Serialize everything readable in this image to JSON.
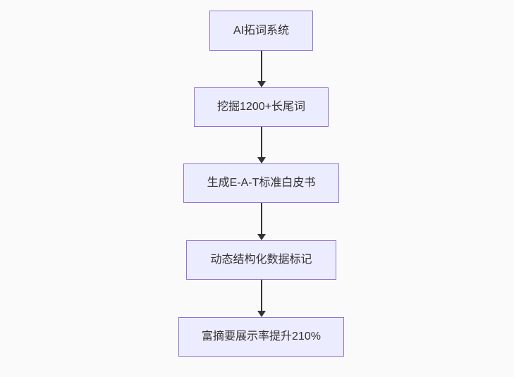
{
  "diagram": {
    "type": "flowchart",
    "direction": "top-down",
    "nodes": [
      {
        "label": "AI拓词系统"
      },
      {
        "label": "挖掘1200+长尾词"
      },
      {
        "label": "生成E-A-T标准白皮书"
      },
      {
        "label": "动态结构化数据标记"
      },
      {
        "label": "富摘要展示率提升210%"
      }
    ],
    "edges": [
      {
        "from": "AI拓词系统",
        "to": "挖掘1200+长尾词",
        "style": "arrow-down"
      },
      {
        "from": "挖掘1200+长尾词",
        "to": "生成E-A-T标准白皮书",
        "style": "arrow-down"
      },
      {
        "from": "生成E-A-T标准白皮书",
        "to": "动态结构化数据标记",
        "style": "arrow-down"
      },
      {
        "from": "动态结构化数据标记",
        "to": "富摘要展示率提升210%",
        "style": "arrow-down"
      }
    ],
    "colors": {
      "node_fill": "#ECECFF",
      "node_border": "#9370DB",
      "node_text": "#333333",
      "arrow": "#333333",
      "canvas_background": "#FAFAFA"
    }
  }
}
